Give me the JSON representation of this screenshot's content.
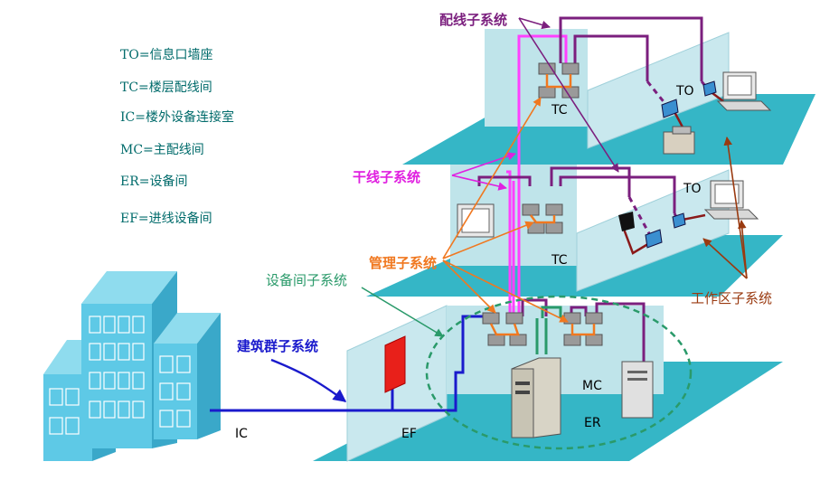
{
  "legend": [
    {
      "text": "TO=信息口墙座"
    },
    {
      "text": "TC=楼层配线间"
    },
    {
      "text": "IC=楼外设备连接室"
    },
    {
      "text": "MC=主配线间"
    },
    {
      "text": "ER=设备间"
    },
    {
      "text": "EF=进线设备间"
    }
  ],
  "labels": {
    "horizontal": "配线子系统",
    "backbone": "干线子系统",
    "admin": "管理子系统",
    "equipment_room": "设备间子系统",
    "campus": "建筑群子系统",
    "work_area": "工作区子系统"
  },
  "tags": {
    "to_top": "TO",
    "tc_top": "TC",
    "to_mid": "TO",
    "tc_mid": "TC",
    "mc": "MC",
    "er": "ER",
    "ef": "EF",
    "ic": "IC"
  },
  "colors": {
    "floor": "#35b6c6",
    "wall": "#bfe4ea",
    "horizontal_cable": "#7b1f7e",
    "backbone_cable": "#ff40ff",
    "campus_cable": "#1a1acc",
    "callout_orange": "#f07820",
    "work_area_callout": "#9a3a10",
    "equipment_ring": "#2a9a6a"
  }
}
